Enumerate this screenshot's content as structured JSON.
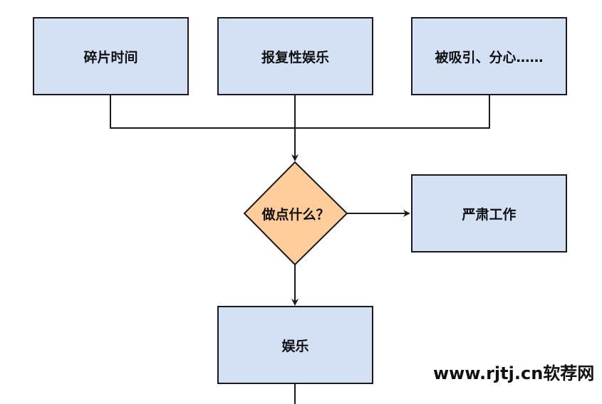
{
  "diagram": {
    "nodes": {
      "fragment_time": "碎片时间",
      "revenge_entertainment": "报复性娱乐",
      "distracted": "被吸引、分心……",
      "decision": "做点什么？",
      "serious_work": "严肃工作",
      "entertainment": "娱乐"
    },
    "colors": {
      "box_fill": "#d4e1f5",
      "decision_fill": "#ffcd9a",
      "stroke": "#1a1a1a"
    }
  },
  "watermark": {
    "text": "www.rjtj.cn软荐网"
  }
}
